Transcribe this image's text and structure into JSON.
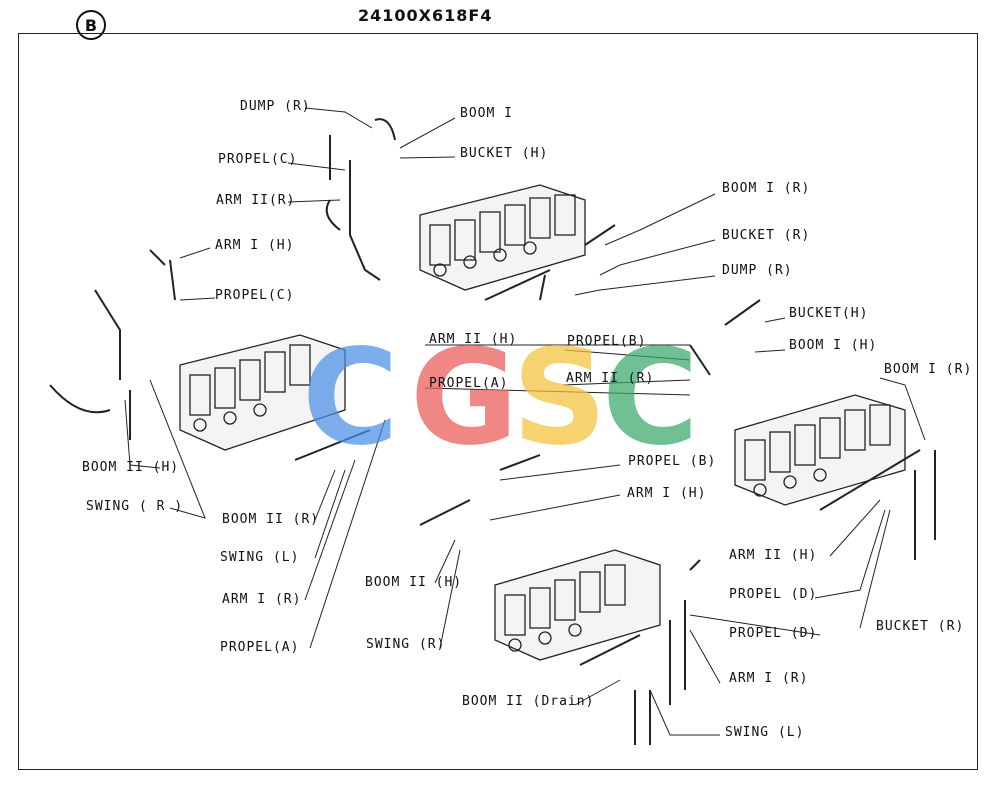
{
  "sheet_marker": "B",
  "part_number": "24100X618F4",
  "watermark": {
    "letters": [
      {
        "char": "C",
        "color": "#4a8fe8"
      },
      {
        "char": "G",
        "color": "#ea5a55"
      },
      {
        "char": "S",
        "color": "#f5c23a"
      },
      {
        "char": "C",
        "color": "#3aa86a"
      }
    ]
  },
  "labels": {
    "dump_r_top": "DUMP (R)",
    "boom1_top": "BOOM I",
    "propel_c_top": "PROPEL(C)",
    "bucket_h_top": "BUCKET (H)",
    "arm2_r_top": "ARM II(R)",
    "boom1_r_a": "BOOM I (R)",
    "arm1_h_left": "ARM I (H)",
    "bucket_r_a": "BUCKET (R)",
    "dump_r_right": "DUMP (R)",
    "propel_c_left": "PROPEL(C)",
    "bucket_h_right": "BUCKET(H)",
    "boom1_h_right": "BOOM I (H)",
    "arm2_h_center": "ARM II (H)",
    "propel_b_center": "PROPEL(B)",
    "boom1_r_b": "BOOM I (R)",
    "propel_a_center": "PROPEL(A)",
    "arm2_r_center": "ARM II (R)",
    "propel_b_mid": "PROPEL (B)",
    "boom2_h_left": "BOOM II (H)",
    "arm1_h_mid": "ARM I (H)",
    "swing_r_left": "SWING ( R )",
    "boom2_r_left": "BOOM II (R)",
    "arm2_h_right": "ARM II (H)",
    "swing_l_left": "SWING   (L)",
    "propel_d_a": "PROPEL (D)",
    "arm1_r_left": "ARM I (R)",
    "bucket_r_b": "BUCKET (R)",
    "boom2_h_bottom": "BOOM II (H)",
    "propel_d_b": "PROPEL (D)",
    "propel_a_left": "PROPEL(A)",
    "swing_r_bottom": "SWING  (R)",
    "arm1_r_bottom": "ARM I (R)",
    "boom2_drain": "BOOM II (Drain)",
    "swing_l_bottom": "SWING  (L)"
  }
}
